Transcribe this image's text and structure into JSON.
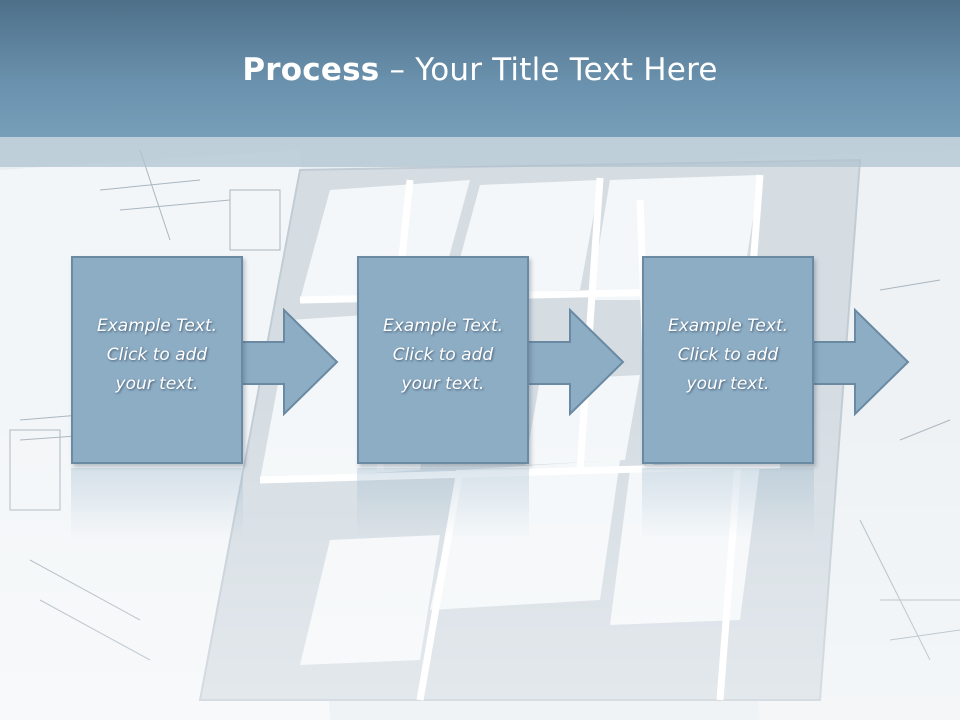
{
  "slide": {
    "title_bold": "Process",
    "title_rest": " – Your Title Text Here"
  },
  "steps": [
    {
      "line1": "Example Text.",
      "line2": "Click  to add",
      "line3": "your text."
    },
    {
      "line1": "Example Text.",
      "line2": "Click  to add",
      "line3": "your text."
    },
    {
      "line1": "Example Text.",
      "line2": "Click  to add",
      "line3": "your text."
    }
  ],
  "colors": {
    "title_bar": "#5f86a3",
    "box_fill": "#8dadc5",
    "box_border": "#6a8aa3",
    "text": "#ffffff"
  }
}
